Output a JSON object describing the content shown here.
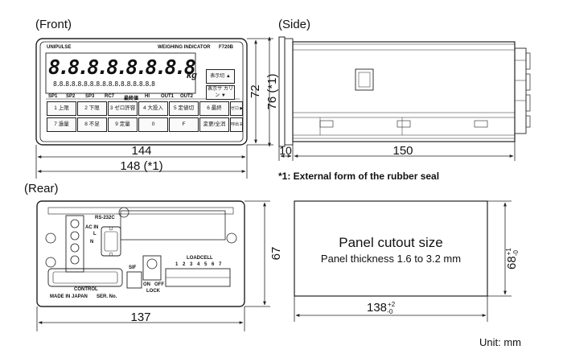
{
  "views": {
    "front": "(Front)",
    "side": "(Side)",
    "rear": "(Rear)"
  },
  "front": {
    "brand": "UNIPULSE",
    "product": "WEIGHING INDICATOR",
    "model": "F720B",
    "digits": "8.8.8.8.8.8.8.8",
    "unit": "kg",
    "status_row": "8.8.8.8.8.8.8.8.8.8.8.8.8.8.8.8.8",
    "status_labels": [
      "SP1",
      "SP2",
      "SP3",
      "RC7",
      "最終値",
      "HI",
      "OUT1",
      "OUT2"
    ],
    "keys_row1": [
      "1 上限",
      "2 下限",
      "3 ゼロ許容",
      "4 大投入",
      "5 定値切",
      "6 最終"
    ],
    "keys_row2": [
      "7 過量",
      "8 不足",
      "9 定量",
      "0",
      "F",
      "変更/全消"
    ],
    "right_keys": [
      "表示切 ▲",
      "表示サ カリン ▼",
      "ゼロ ▶",
      "呼出 ESC"
    ],
    "dim_width": "144",
    "dim_width_seal": "148 (*1)",
    "dim_height": "72",
    "dim_height_seal": "76 (*1)"
  },
  "side": {
    "dim_front": "10",
    "dim_depth": "150"
  },
  "note": "*1: External form of the rubber seal",
  "rear": {
    "rs232c": "RS-232C",
    "acin": "AC IN",
    "l": "L",
    "n": "N",
    "control": "CONTROL",
    "made_in": "MADE IN JAPAN",
    "ser": "SER. No.",
    "sif": "SIF",
    "on": "ON",
    "off": "OFF",
    "lock": "LOCK",
    "loadcell": "LOADCELL",
    "loadcell_pins": "1 2 3 4 5 6 7",
    "dim_width": "137",
    "dim_height": "67"
  },
  "cutout": {
    "title": "Panel cutout size",
    "subtitle": "Panel thickness 1.6 to 3.2 mm",
    "width": "138",
    "width_tol_plus": "+2",
    "width_tol_minus": "-0",
    "height": "68",
    "height_tol_plus": "+1",
    "height_tol_minus": "-0"
  },
  "unit_label": "Unit: mm"
}
